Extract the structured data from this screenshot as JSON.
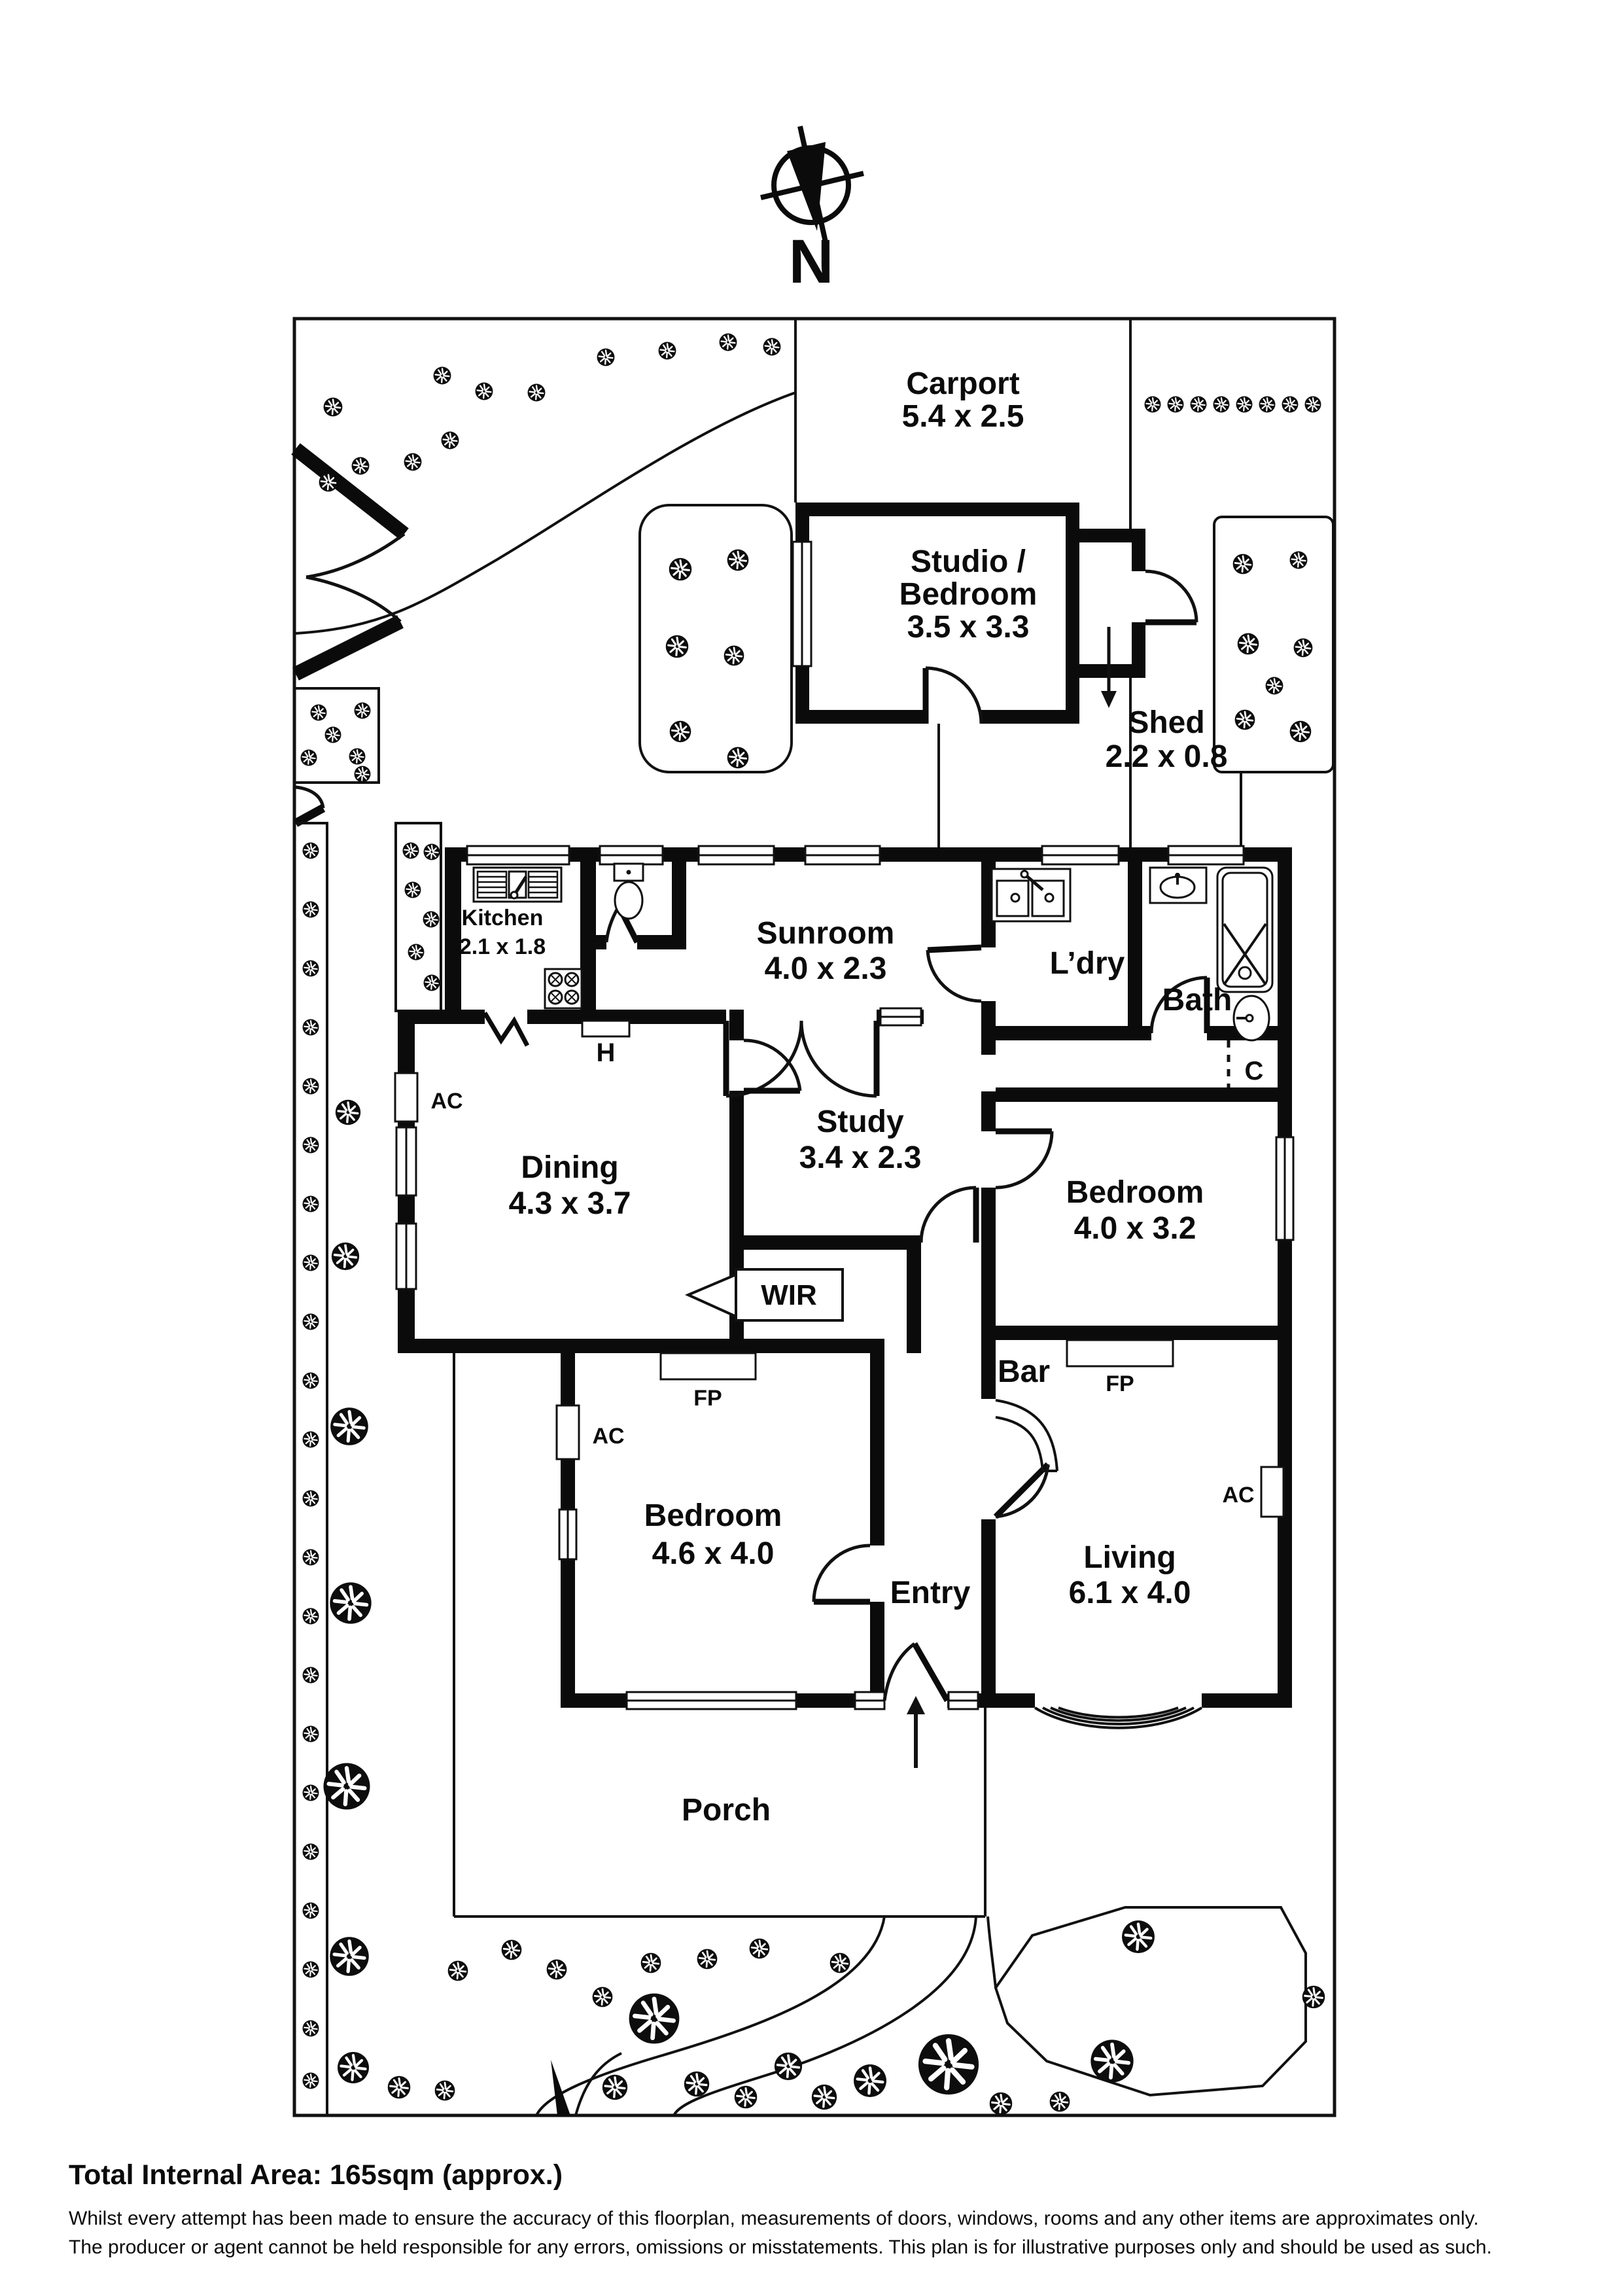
{
  "compass": {
    "north_label": "N"
  },
  "outbuildings": {
    "carport": {
      "name": "Carport",
      "dims": "5.4 x 2.5"
    },
    "studio": {
      "name_line1": "Studio /",
      "name_line2": "Bedroom",
      "dims": "3.5 x 3.3"
    },
    "shed": {
      "name": "Shed",
      "dims": "2.2 x 0.8"
    }
  },
  "rooms": {
    "kitchen": {
      "name": "Kitchen",
      "dims": "2.1 x 1.8"
    },
    "sunroom": {
      "name": "Sunroom",
      "dims": "4.0 x 2.3"
    },
    "laundry": {
      "name": "L’dry"
    },
    "bath": {
      "name": "Bath"
    },
    "dining": {
      "name": "Dining",
      "dims": "4.3 x 3.7"
    },
    "study": {
      "name": "Study",
      "dims": "3.4 x 2.3"
    },
    "bedroom1": {
      "name": "Bedroom",
      "dims": "4.0 x 3.2"
    },
    "bedroom2": {
      "name": "Bedroom",
      "dims": "4.6 x 4.0"
    },
    "living": {
      "name": "Living",
      "dims": "6.1 x 4.0"
    },
    "entry": {
      "name": "Entry"
    },
    "porch": {
      "name": "Porch"
    },
    "wir": {
      "name": "WIR"
    },
    "bar": {
      "name": "Bar"
    }
  },
  "markers": {
    "fireplace": "FP",
    "aircon": "AC",
    "hot_water": "H",
    "cupboard": "C"
  },
  "footer": {
    "title": "Total Internal Area: 165sqm (approx.)",
    "disclaimer1": "Whilst every attempt has been made to ensure the accuracy of this floorplan, measurements of doors, windows, rooms and any other items are approximates only.",
    "disclaimer2": "The producer or agent cannot be held responsible for any errors, omissions or misstatements. This plan is for illustrative purposes only and should be used as such."
  },
  "colors": {
    "wall": "#0b0b0b",
    "background": "#ffffff"
  }
}
